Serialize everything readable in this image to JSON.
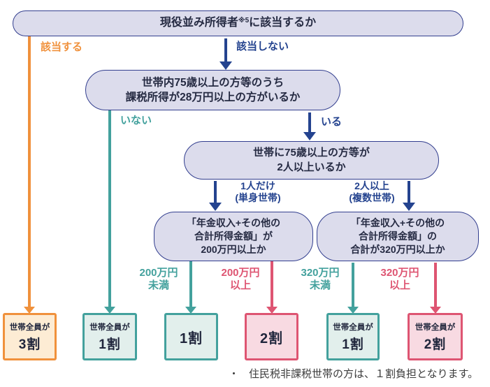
{
  "colors": {
    "navy": "#24438f",
    "orange": "#f0913c",
    "teal": "#43a19d",
    "pink": "#de5572",
    "question_box_fill": "#dcdcec",
    "question_box_border": "#333f8f",
    "orange_box_fill": "#fdecd4",
    "teal_box_fill": "#e2efec",
    "pink_box_fill": "#f8dae2"
  },
  "questions": {
    "q1": {
      "pre": "現役並み所得者",
      "sup": "※5",
      "post": "に該当するか"
    },
    "q2": {
      "line1": "世帯内75歳以上の方等のうち",
      "line2": "課税所得が28万円以上の方がいるか"
    },
    "q3": {
      "line1": "世帯に75歳以上の方等が",
      "line2": "2人以上いるか"
    },
    "q4a": {
      "line1": "「年金収入+その他の",
      "line2": "合計所得金額」が",
      "line3": "200万円以上か"
    },
    "q4b": {
      "line1": "「年金収入+その他の",
      "line2": "合計所得金額」の",
      "line3": "合計が320万円以上か"
    }
  },
  "edge_labels": {
    "q1_yes": "該当する",
    "q1_no": "該当しない",
    "q2_no": "いない",
    "q2_yes": "いる",
    "q3_one": {
      "line1": "1人だけ",
      "line2": "(単身世帯)"
    },
    "q3_two": {
      "line1": "2人以上",
      "line2": "(複数世帯)"
    },
    "under200": {
      "line1": "200万円",
      "line2": "未満"
    },
    "over200": {
      "line1": "200万円",
      "line2": "以上"
    },
    "under320": {
      "line1": "320万円",
      "line2": "未満"
    },
    "over320": {
      "line1": "320万円",
      "line2": "以上"
    }
  },
  "results": [
    {
      "label": "世帯全員が",
      "value": "3割",
      "theme": "orange"
    },
    {
      "label": "世帯全員が",
      "value": "1割",
      "theme": "teal"
    },
    {
      "label": "",
      "value": "1割",
      "theme": "teal"
    },
    {
      "label": "",
      "value": "2割",
      "theme": "pink"
    },
    {
      "label": "世帯全員が",
      "value": "1割",
      "theme": "teal"
    },
    {
      "label": "世帯全員が",
      "value": "2割",
      "theme": "pink"
    }
  ],
  "note": {
    "bullet": "・",
    "text": "住民税非課税世帯の方は、１割負担となります。"
  }
}
